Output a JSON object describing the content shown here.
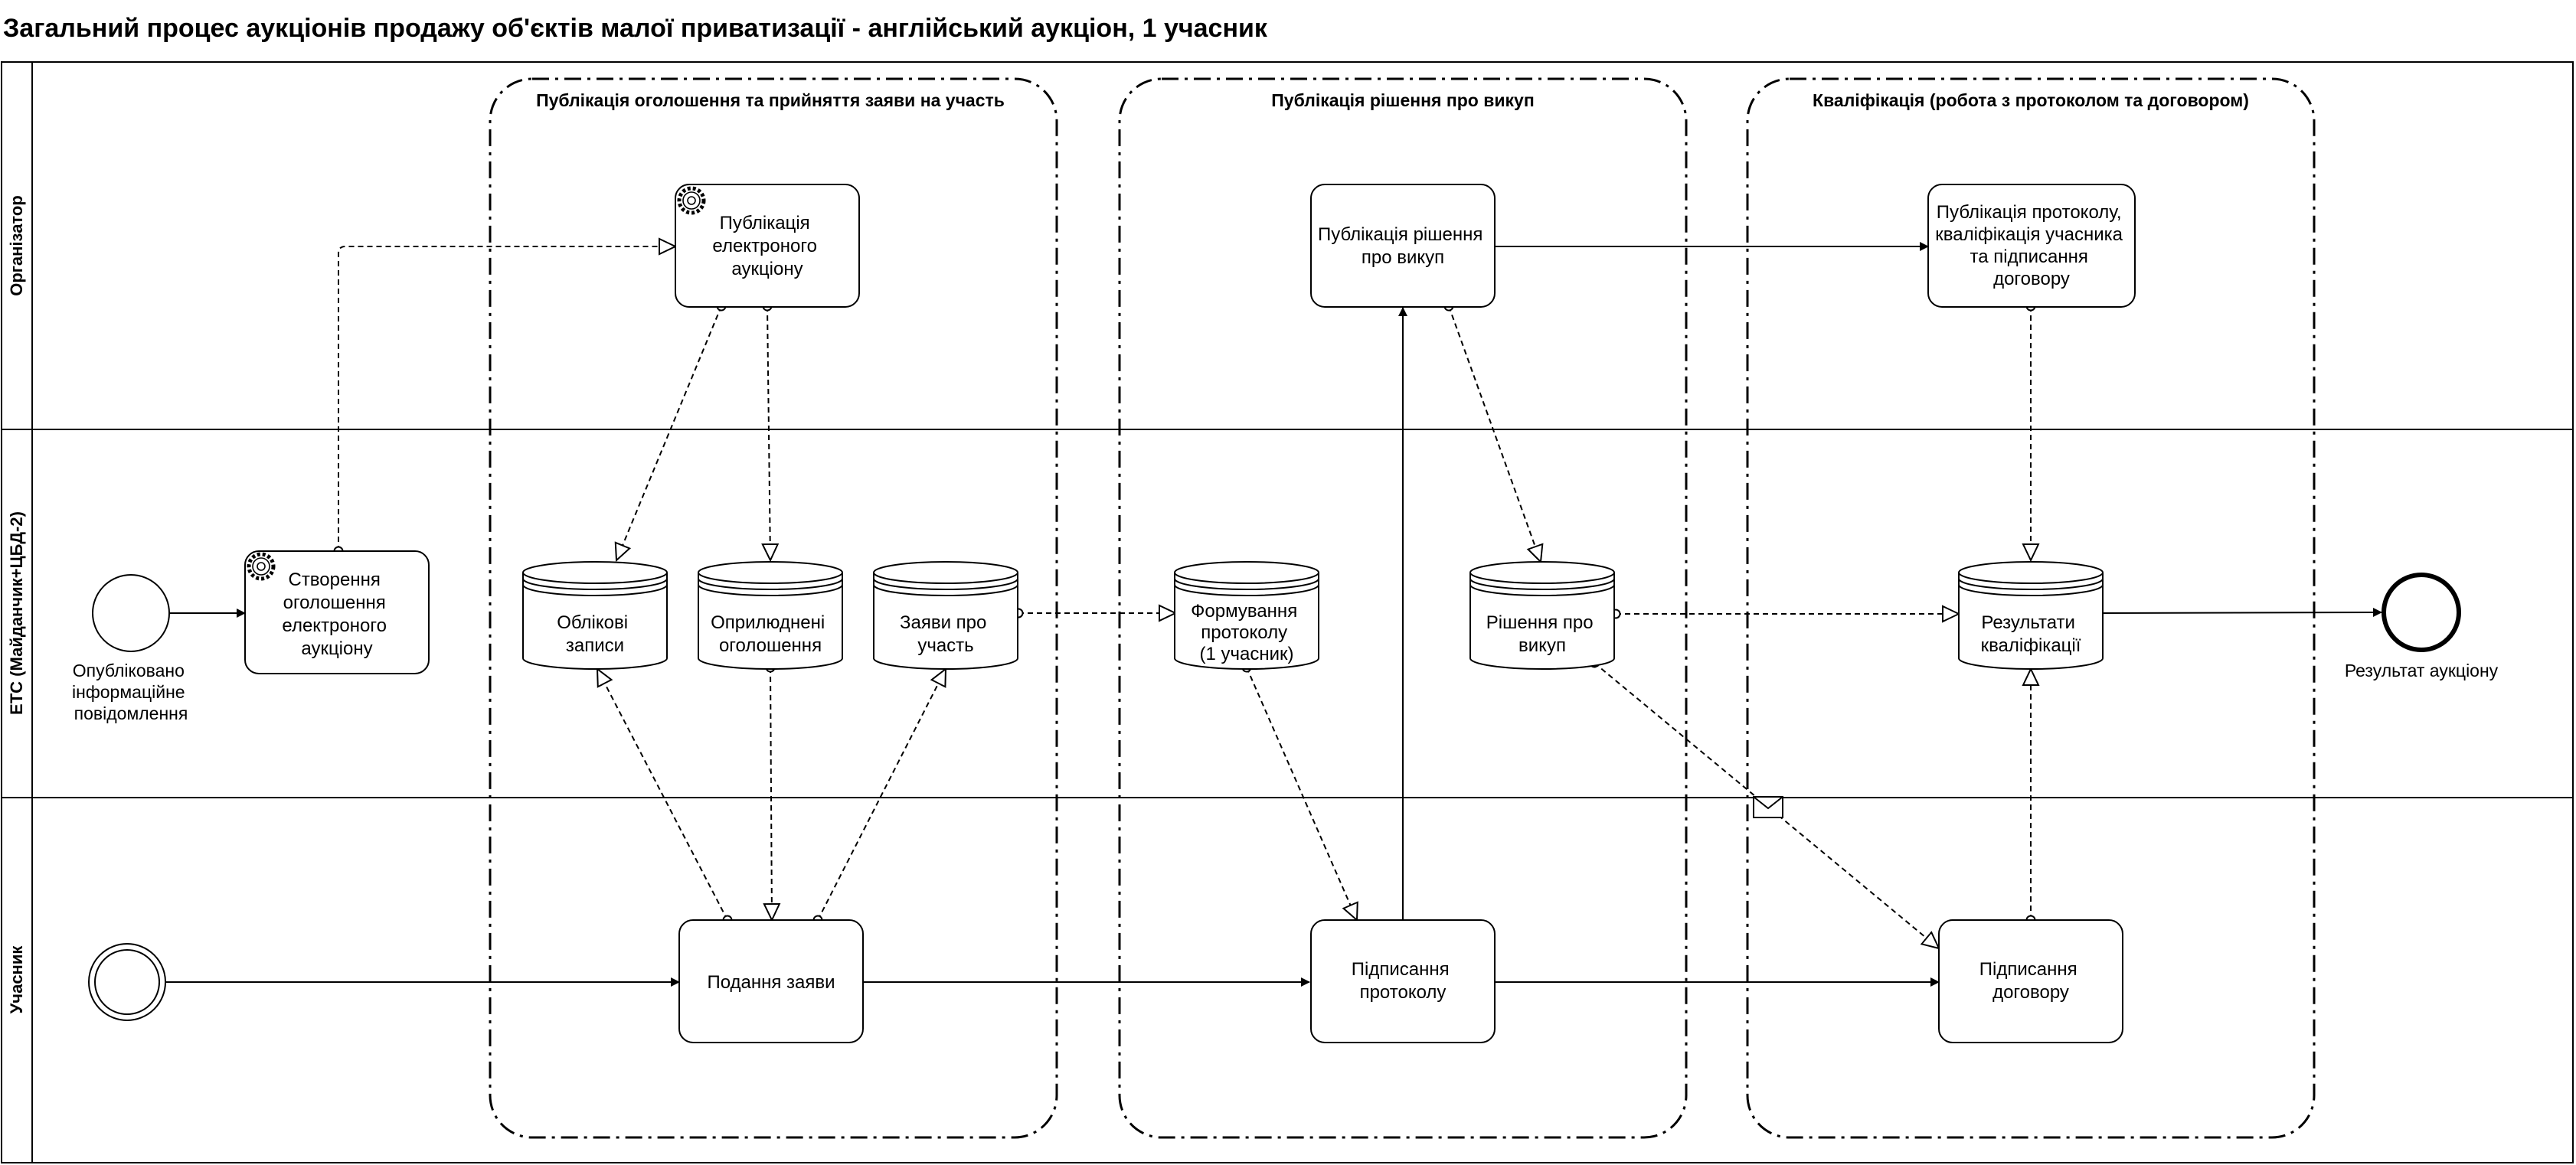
{
  "title": "Загальний процес аукціонів продажу об'єктів малої приватизації - англійський аукціон, 1 учасник",
  "lanes": {
    "organizer": "Організатор",
    "ets": "ЕТС (Майданчик+ЦБД-2)",
    "participant": "Учасник"
  },
  "groups": {
    "g1": "Публікація оголошення та прийняття заяви на участь",
    "g2": "Публікація рішення про викуп",
    "g3": "Кваліфікація (робота з протоколом та договором)"
  },
  "events": {
    "start_msg": [
      "Опубліковано",
      "інформаційне",
      "повідомлення"
    ],
    "end": "Результат аукціону"
  },
  "tasks": {
    "publish_auction": [
      "Публікація",
      "електроного",
      "аукціону"
    ],
    "create_notice": [
      "Створення",
      "оголошення",
      "електроного",
      "аукціону"
    ],
    "publish_decision": [
      "Публікація рішення",
      "про викуп"
    ],
    "publish_protocol": [
      "Публікація протоколу,",
      "кваліфікація учасника",
      "та підписання",
      "договору"
    ],
    "submit_application": [
      "Подання заяви"
    ],
    "sign_protocol": [
      "Підписання",
      "протоколу"
    ],
    "sign_contract": [
      "Підписання",
      "договору"
    ]
  },
  "datastores": {
    "accounts": [
      "Облікові",
      "записи"
    ],
    "published": [
      "Оприлюднені",
      "оголошення"
    ],
    "applications": [
      "Заяви про",
      "участь"
    ],
    "protocol": [
      "Формування",
      "протоколу",
      "(1 учасник)"
    ],
    "decision": [
      "Рішення про",
      "викуп"
    ],
    "qualification": [
      "Результати",
      "кваліфікації"
    ]
  },
  "colors": {
    "stroke": "#000000",
    "background": "#ffffff"
  }
}
